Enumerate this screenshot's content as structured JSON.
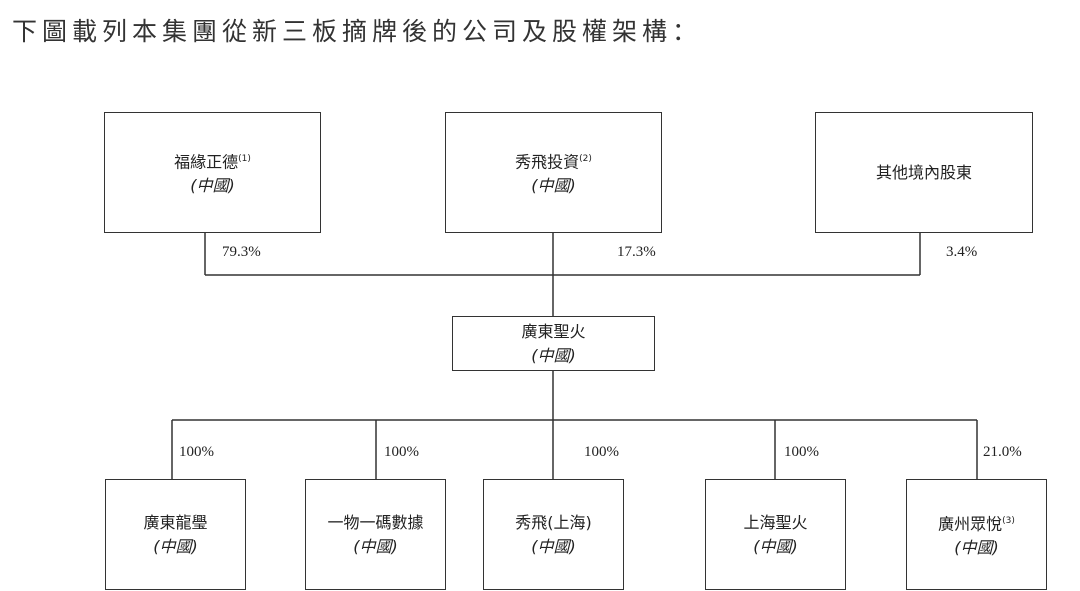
{
  "title": "下圖載列本集團從新三板摘牌後的公司及股權架構：",
  "shareholders": [
    {
      "name": "福緣正德",
      "note": "(1)",
      "country": "(中國)",
      "pct": "79.3%"
    },
    {
      "name": "秀飛投資",
      "note": "(2)",
      "country": "(中國)",
      "pct": "17.3%"
    },
    {
      "name": "其他境內股東",
      "note": "",
      "country": "",
      "pct": "3.4%"
    }
  ],
  "company": {
    "name": "廣東聖火",
    "country": "(中國)"
  },
  "subsidiaries": [
    {
      "name": "廣東龍璺",
      "note": "",
      "country": "(中國)",
      "pct": "100%"
    },
    {
      "name": "一物一碼數據",
      "note": "",
      "country": "(中國)",
      "pct": "100%"
    },
    {
      "name": "秀飛(上海)",
      "note": "",
      "country": "(中國)",
      "pct": "100%"
    },
    {
      "name": "上海聖火",
      "note": "",
      "country": "(中國)",
      "pct": "100%"
    },
    {
      "name": "廣州眾悅",
      "note": "(3)",
      "country": "(中國)",
      "pct": "21.0%"
    }
  ]
}
